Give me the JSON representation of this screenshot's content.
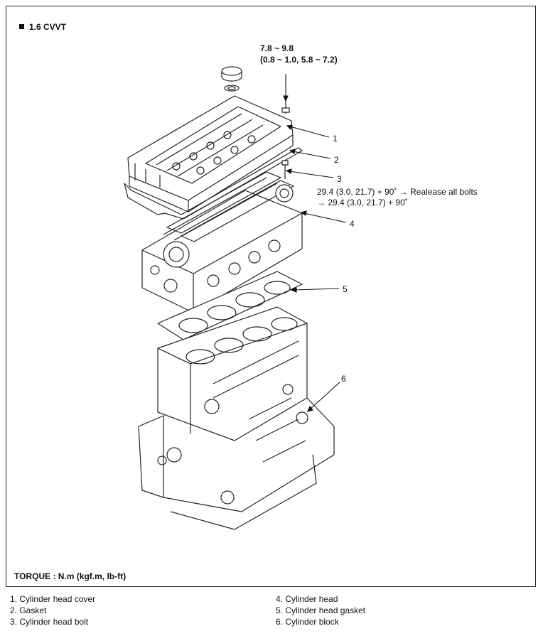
{
  "title": "1.6 CVVT",
  "torque_top": {
    "line1": "7.8 ~ 9.8",
    "line2": "(0.8 ~ 1.0, 5.8 ~ 7.2)"
  },
  "torque_head_bolt": {
    "line1": "29.4 (3.0, 21.7) + 90˚ → Realease all bolts",
    "line2": "→ 29.4 (3.0, 21.7) + 90˚"
  },
  "callouts": [
    "1",
    "2",
    "3",
    "4",
    "5",
    "6"
  ],
  "torque_unit": "TORQUE : N.m (kgf.m, lb-ft)",
  "legend_left": [
    "1. Cylinder head cover",
    "2. Gasket",
    "3. Cylinder head bolt"
  ],
  "legend_right": [
    "4. Cylinder head",
    "5. Cylinder head gasket",
    "6. Cylinder block"
  ]
}
